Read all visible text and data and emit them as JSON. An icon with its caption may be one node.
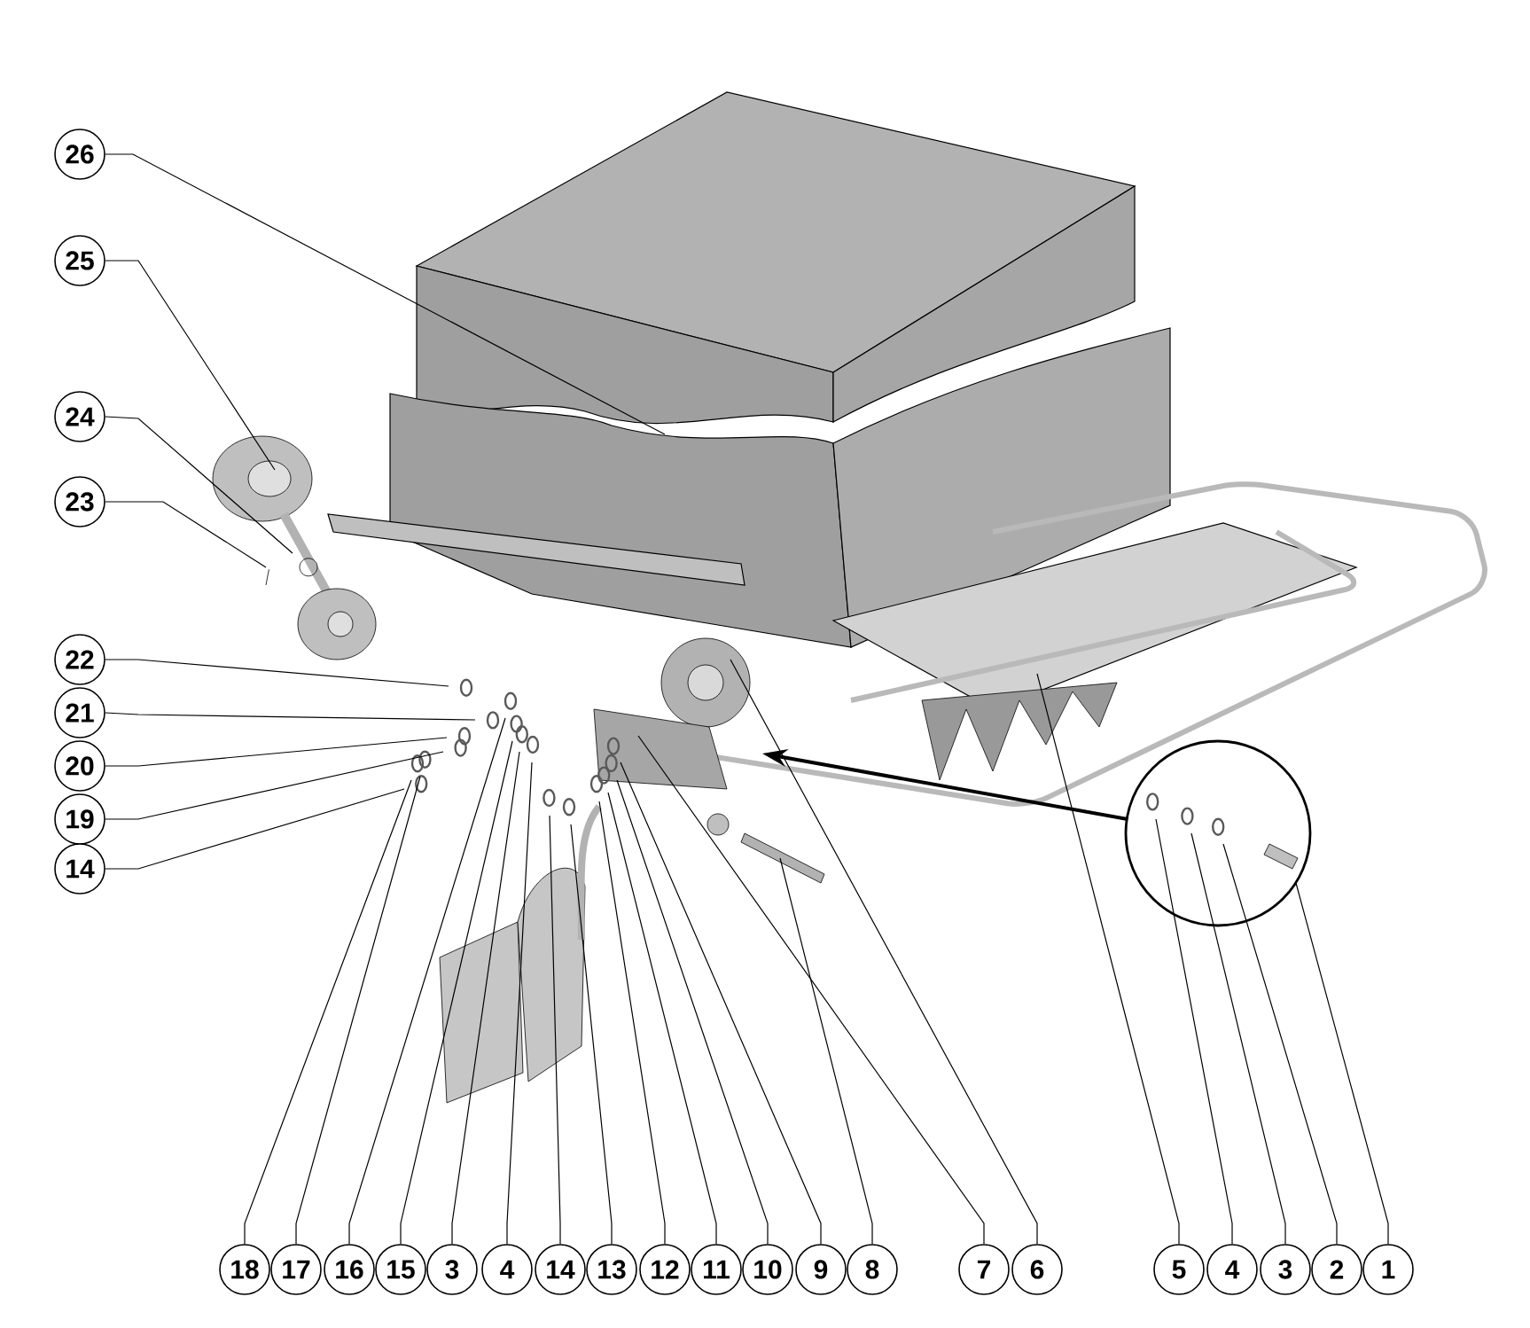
{
  "diagram": {
    "nodes": [
      {
        "text": [
          "26"
        ]
      },
      {
        "text": [
          "25"
        ]
      },
      {
        "text": [
          "24"
        ]
      },
      {
        "text": [
          "23"
        ]
      },
      {
        "text": [
          "22"
        ]
      },
      {
        "text": [
          "21"
        ]
      },
      {
        "text": [
          "20"
        ]
      },
      {
        "text": [
          "19"
        ]
      },
      {
        "text": [
          "14"
        ]
      },
      {
        "text": [
          "18"
        ]
      },
      {
        "text": [
          "17"
        ]
      },
      {
        "text": [
          "16"
        ]
      },
      {
        "text": [
          "15"
        ]
      },
      {
        "text": [
          "3"
        ]
      },
      {
        "text": [
          "4"
        ]
      },
      {
        "text": [
          "14"
        ]
      },
      {
        "text": [
          "13"
        ]
      },
      {
        "text": [
          "12"
        ]
      },
      {
        "text": [
          "11"
        ]
      },
      {
        "text": [
          "10"
        ]
      },
      {
        "text": [
          "9"
        ]
      },
      {
        "text": [
          "8"
        ]
      },
      {
        "text": [
          "7"
        ]
      },
      {
        "text": [
          "6"
        ]
      },
      {
        "text": [
          "5"
        ]
      },
      {
        "text": [
          "4"
        ]
      },
      {
        "text": [
          "3"
        ]
      },
      {
        "text": [
          "2"
        ]
      },
      {
        "text": [
          "1"
        ]
      }
    ],
    "edges": [
      {
        "from": 0,
        "to": null,
        "arrow": "none"
      },
      {
        "from": 1,
        "to": null,
        "arrow": "none"
      },
      {
        "from": 2,
        "to": null,
        "arrow": "none"
      },
      {
        "from": 3,
        "to": null,
        "arrow": "none"
      },
      {
        "from": 4,
        "to": null,
        "arrow": "none"
      },
      {
        "from": 5,
        "to": null,
        "arrow": "none"
      },
      {
        "from": 6,
        "to": null,
        "arrow": "none"
      },
      {
        "from": 7,
        "to": null,
        "arrow": "none"
      },
      {
        "from": 8,
        "to": null,
        "arrow": "none"
      },
      {
        "from": 9,
        "to": null,
        "arrow": "none"
      },
      {
        "from": 10,
        "to": null,
        "arrow": "none"
      },
      {
        "from": 11,
        "to": null,
        "arrow": "none"
      },
      {
        "from": 12,
        "to": null,
        "arrow": "none"
      },
      {
        "from": 13,
        "to": null,
        "arrow": "none"
      },
      {
        "from": 14,
        "to": null,
        "arrow": "none"
      },
      {
        "from": 15,
        "to": null,
        "arrow": "none"
      },
      {
        "from": 16,
        "to": null,
        "arrow": "none"
      },
      {
        "from": 17,
        "to": null,
        "arrow": "none"
      },
      {
        "from": 18,
        "to": null,
        "arrow": "none"
      },
      {
        "from": 19,
        "to": null,
        "arrow": "none"
      },
      {
        "from": 20,
        "to": null,
        "arrow": "none"
      },
      {
        "from": 21,
        "to": null,
        "arrow": "none"
      },
      {
        "from": 22,
        "to": null,
        "arrow": "none"
      },
      {
        "from": 23,
        "to": null,
        "arrow": "none"
      },
      {
        "from": 24,
        "to": null,
        "arrow": "none"
      },
      {
        "from": 25,
        "to": null,
        "arrow": "none"
      },
      {
        "from": 26,
        "to": null,
        "arrow": "none"
      },
      {
        "from": 27,
        "to": null,
        "arrow": "none"
      },
      {
        "from": 28,
        "to": null,
        "arrow": "none"
      }
    ]
  }
}
